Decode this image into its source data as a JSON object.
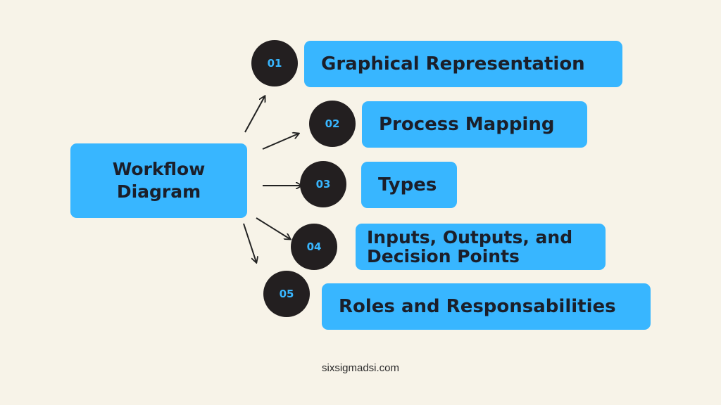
{
  "center": {
    "line1": "Workflow",
    "line2": "Diagram"
  },
  "items": [
    {
      "number": "01",
      "label": "Graphical Representation"
    },
    {
      "number": "02",
      "label": "Process Mapping"
    },
    {
      "number": "03",
      "label": "Types"
    },
    {
      "number": "04",
      "label_line1": "Inputs, Outputs, and",
      "label_line2": "Decision Points"
    },
    {
      "number": "05",
      "label": "Roles and Responsabilities"
    }
  ],
  "footer": {
    "text": "sixsigmadsi.com"
  },
  "colors": {
    "background": "#f7f3e8",
    "box": "#38b6ff",
    "circle": "#231f20",
    "text": "#1b1f2a"
  }
}
